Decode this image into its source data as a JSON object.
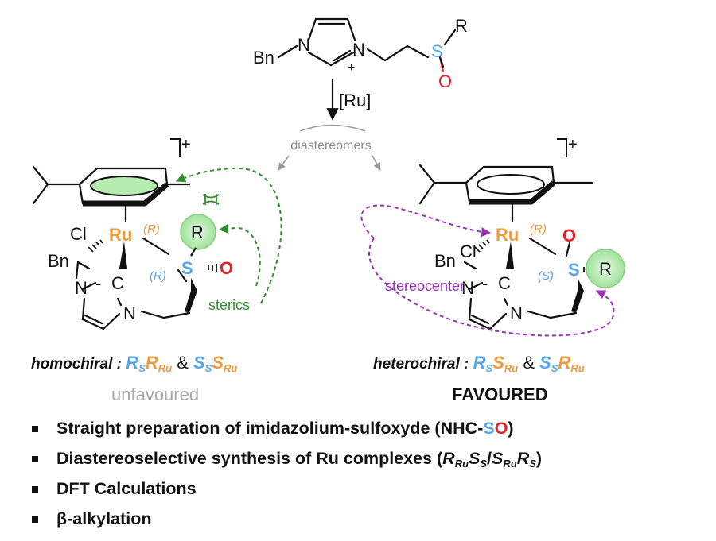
{
  "colors": {
    "sulfur": "#55a6ea",
    "ruthenium": "#ef9a3b",
    "oxygen": "#e8202a",
    "sterics": "#2f8f2a",
    "stereocenter": "#9b2fb8",
    "highlight_green": "#b6ecb0",
    "arrow_gray": "#9a9a9a"
  },
  "top": {
    "bn": "Bn",
    "n1": "N",
    "n2": "N",
    "plus": "+",
    "s": "S",
    "o": "O",
    "r": "R",
    "reagent": "[Ru]",
    "split_label": "diastereomers"
  },
  "complexes": {
    "left": {
      "charge": "+",
      "cl": "Cl",
      "ru": "Ru",
      "ru_descriptor": "(R)",
      "s": "S",
      "s_descriptor": "(R)",
      "o": "O",
      "r": "R",
      "bn": "Bn",
      "n1": "N",
      "n2": "N",
      "c": "C",
      "sterics_label": "sterics",
      "clash_icon": "steric-clash-icon"
    },
    "right": {
      "charge": "+",
      "cl": "Cl",
      "ru": "Ru",
      "ru_descriptor": "(R)",
      "s": "S",
      "s_descriptor": "(S)",
      "o": "O",
      "r": "R",
      "bn": "Bn",
      "n1": "N",
      "n2": "N",
      "c": "C",
      "stereocenter_label": "stereocenter"
    }
  },
  "homochiral": {
    "prefix": "homochiral : ",
    "a_main": "R",
    "a_sub": "S",
    "b_main": "R",
    "b_sub": "Ru",
    "amp": " & ",
    "c_main": "S",
    "c_sub": "S",
    "d_main": "S",
    "d_sub": "Ru",
    "verdict": "unfavoured"
  },
  "heterochiral": {
    "prefix": "heterochiral : ",
    "a_main": "R",
    "a_sub": "S",
    "b_main": "S",
    "b_sub": "Ru",
    "amp": " & ",
    "c_main": "S",
    "c_sub": "S",
    "d_main": "R",
    "d_sub": "Ru",
    "verdict": "FAVOURED"
  },
  "bullets": {
    "b1_text": "Straight preparation of imidazolium-sulfoxyde (NHC-",
    "b1_s": "S",
    "b1_o": "O",
    "b1_close": ")",
    "b2_text": "Diastereoselective synthesis of Ru complexes (",
    "b2_a": "R",
    "b2_a_sub": "Ru",
    "b2_b": "S",
    "b2_b_sub": "S",
    "b2_slash": "/",
    "b2_c": "S",
    "b2_c_sub": "Ru",
    "b2_d": "R",
    "b2_d_sub": "S",
    "b2_close": ")",
    "b3_text": "DFT Calculations",
    "b4_text": "β-alkylation"
  }
}
